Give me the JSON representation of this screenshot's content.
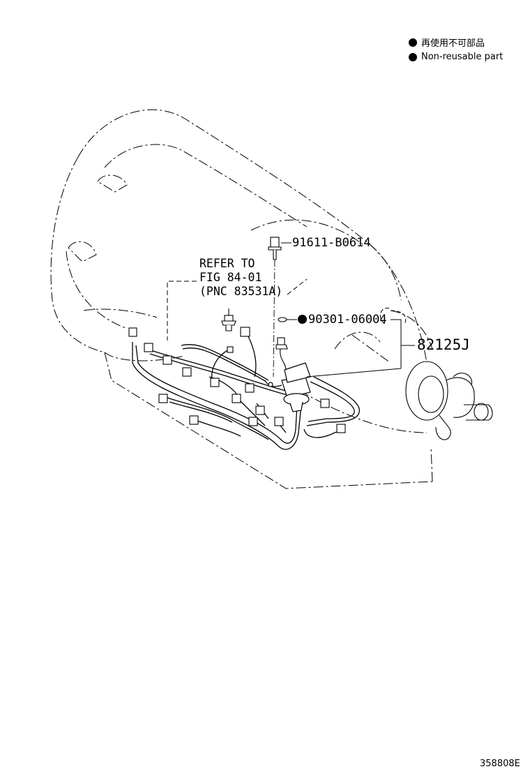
{
  "legend": {
    "items": [
      {
        "label": "再使用不可部品"
      },
      {
        "label": "Non-reusable part"
      }
    ]
  },
  "callouts": {
    "bolt": "91611-B0614",
    "oring": "90301-06004",
    "harness": "82125J"
  },
  "reference": {
    "line1": "REFER TO",
    "line2": "FIG 84-01",
    "line3": "(PNC 83531A)"
  },
  "figure_id": "358808E",
  "colors": {
    "ink": "#000000",
    "background": "#ffffff"
  }
}
